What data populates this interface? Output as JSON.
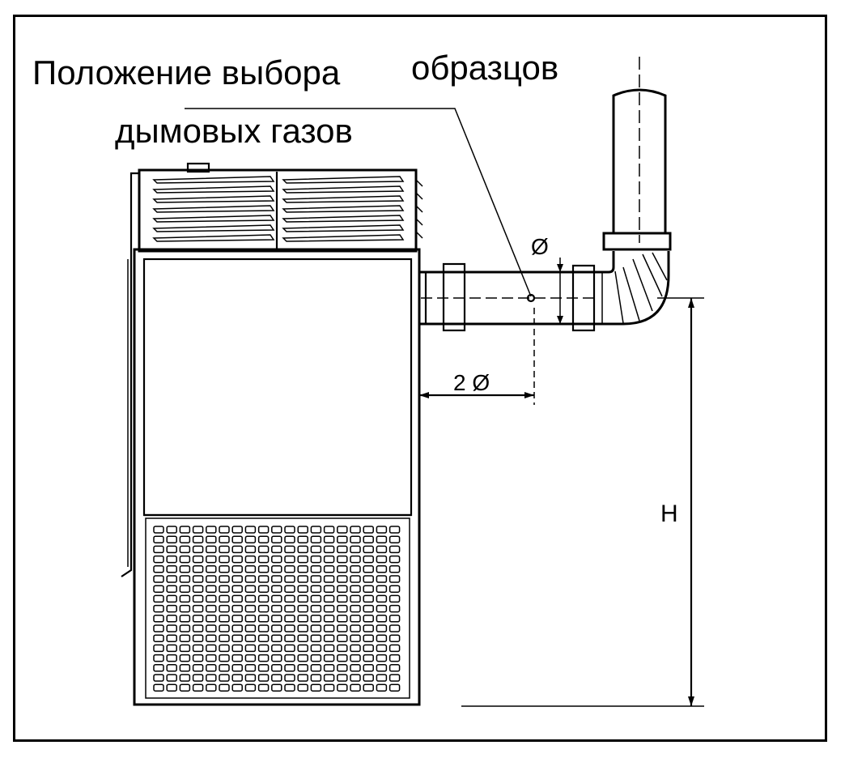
{
  "labels": {
    "title_line1": "Положение выбора",
    "title_word2": "образцов",
    "title_line2": "дымовых газов",
    "diameter": "Ø",
    "offset": "2 Ø",
    "height": "H"
  },
  "colors": {
    "ink": "#000000",
    "background": "#ffffff"
  }
}
